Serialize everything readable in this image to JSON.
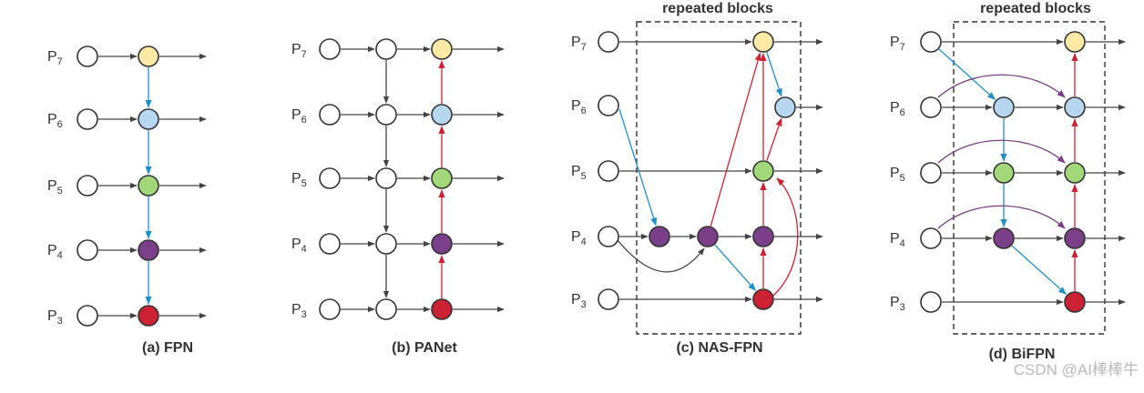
{
  "level_labels": [
    "P7",
    "P6",
    "P5",
    "P4",
    "P3"
  ],
  "captions": {
    "fpn": "(a) FPN",
    "panet": "(b) PANet",
    "nasfpn": "(c) NAS-FPN",
    "bifpn": "(d) BiFPN"
  },
  "repeated_blocks_label": "repeated blocks",
  "watermark": "CSDN @AI棒棒牛",
  "colors": {
    "P7_node": "#fde9a6",
    "P6_node": "#b7d7f0",
    "P5_node": "#a3d87a",
    "P4_node": "#7a3f88",
    "P3_node": "#cc2233",
    "top_down_edge": "#1f8fc9",
    "bottom_up_edge": "#cc2233",
    "bifpn_skip_edge": "#7a3f88",
    "plain_edge": "#444444"
  }
}
